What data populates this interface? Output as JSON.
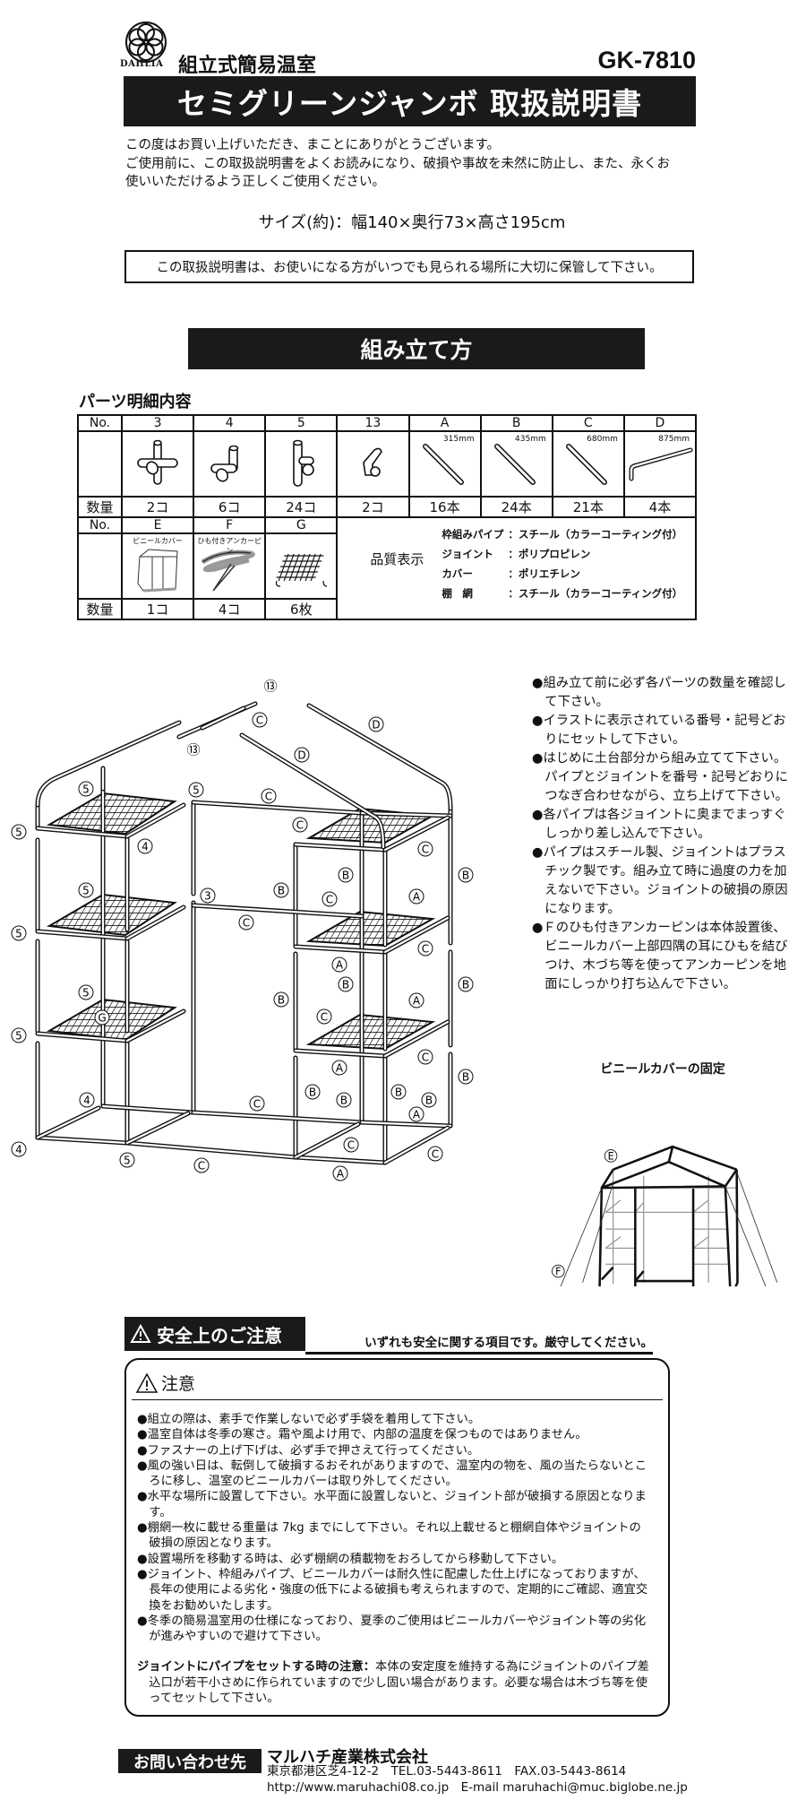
{
  "brand": {
    "logo_text": "DAHLIA",
    "category": "組立式簡易温室",
    "model": "GK-7810"
  },
  "title": "セミグリーンジャンボ 取扱説明書",
  "intro": "この度はお買い上げいただき、まことにありがとうございます。\nご使用前に、この取扱説明書をよくお読みになり、破損や事故を未然に防止し、また、永くお\n使いいただけるよう正しくご使用ください。",
  "size": "サイズ(約)：幅140×奥行73×高さ195cm",
  "keep_note": "この取扱説明書は、お使いになる方がいつでも見られる場所に大切に保管して下さい。",
  "assembly_header": "組み立て方",
  "parts": {
    "heading": "パーツ明細内容",
    "no_label": "No.",
    "qty_label": "数量",
    "row1": [
      {
        "no": "3",
        "qty": "2コ",
        "icon": "cross-joint"
      },
      {
        "no": "4",
        "qty": "6コ",
        "icon": "corner-joint"
      },
      {
        "no": "5",
        "qty": "24コ",
        "icon": "t-joint"
      },
      {
        "no": "13",
        "qty": "2コ",
        "icon": "ridge-joint"
      },
      {
        "no": "A",
        "qty": "16本",
        "size": "315mm",
        "icon": "pipe"
      },
      {
        "no": "B",
        "qty": "24本",
        "size": "435mm",
        "icon": "pipe"
      },
      {
        "no": "C",
        "qty": "21本",
        "size": "680mm",
        "icon": "pipe"
      },
      {
        "no": "D",
        "qty": "4本",
        "size": "875mm",
        "icon": "bent-pipe"
      }
    ],
    "row2": [
      {
        "no": "E",
        "qty": "1コ",
        "caption": "ビニールカバー",
        "icon": "vinyl-cover"
      },
      {
        "no": "F",
        "qty": "4コ",
        "caption": "ひも付きアンカーピン",
        "icon": "anchor-pin"
      },
      {
        "no": "G",
        "qty": "6枚",
        "icon": "shelf-net"
      }
    ],
    "quality": {
      "title": "品質表示",
      "rows": [
        {
          "label": "枠組みパイプ",
          "value": "：スチール（カラーコーティング付）"
        },
        {
          "label": "ジョイント",
          "value": "：ポリプロピレン"
        },
        {
          "label": "カバー",
          "value": "：ポリエチレン"
        },
        {
          "label": "棚　網",
          "value": "：スチール（カラーコーティング付）"
        }
      ]
    }
  },
  "diagram": {
    "labels": [
      "⑬",
      "C",
      "⑬",
      "D",
      "D",
      "5",
      "5",
      "C",
      "5",
      "4",
      "C",
      "C",
      "B",
      "B",
      "B",
      "5",
      "3",
      "C",
      "A",
      "C",
      "5",
      "C",
      "A",
      "B",
      "B",
      "B",
      "A",
      "5",
      "C",
      "G",
      "5",
      "C",
      "A",
      "B",
      "4",
      "B",
      "B",
      "B",
      "B",
      "C",
      "A",
      "C",
      "C",
      "4",
      "5",
      "C",
      "A"
    ]
  },
  "instructions": [
    "●組み立て前に必ず各パーツの数量を確認し\n　て下さい。",
    "●イラストに表示されている番号・記号どお\n　りにセットして下さい。",
    "●はじめに土台部分から組み立てて下さい。\n　パイプとジョイントを番号・記号どおりに\n　つなぎ合わせながら、立ち上げて下さい。",
    "●各パイプは各ジョイントに奥までまっすぐ\n　しっかり差し込んで下さい。",
    "●パイプはスチール製、ジョイントはプラス\n　チック製です。組み立て時に過度の力を加\n　えないで下さい。ジョイントの破損の原因\n　になります。",
    "●Ｆのひも付きアンカーピンは本体設置後、\n　ビニールカバー上部四隅の耳にひもを結び\n　つけ、木づち等を使ってアンカーピンを地\n　面にしっかり打ち込んで下さい。"
  ],
  "vinyl_fix": {
    "title": "ビニールカバーの固定",
    "label_e": "E",
    "label_f": "F"
  },
  "safety": {
    "header": "安全上のご注意",
    "subtitle": "いずれも安全に関する項目です。厳守してください。",
    "caution": "注意",
    "items": [
      "●組立の際は、素手で作業しないで必ず手袋を着用して下さい。",
      "●温室自体は冬季の寒さ。霜や風よけ用で、内部の温度を保つものではありません。",
      "●ファスナーの上げ下げは、必ず手で押さえて行ってください。",
      "●風の強い日は、転倒して破損するおそれがありますので、温室内の物を、風の当たらないとこ\n　ろに移し、温室のビニールカバーは取り外してください。",
      "●水平な場所に設置して下さい。水平面に設置しないと、ジョイント部が破損する原因となりま\n　す。",
      "●棚網一枚に載せる重量は 7kg までにして下さい。それ以上載せると棚網自体やジョイントの\n　破損の原因となります。",
      "●設置場所を移動する時は、必ず棚網の積載物をおろしてから移動して下さい。",
      "●ジョイント、枠組みパイプ、ビニールカバーは耐久性に配慮した仕上げになっておりますが、\n　長年の使用による劣化・強度の低下による破損も考えられますので、定期的にご確認、適宜交\n　換をお勧めいたします。",
      "●冬季の簡易温室用の仕様になっており、夏季のご使用はビニールカバーやジョイント等の劣化\n　が進みやすいので避けて下さい。"
    ],
    "joint_note_title": "ジョイントにパイプをセットする時の注意：",
    "joint_note": "本体の安定度を維持する為にジョイントのパイプ差\n　込口が若干小さめに作られていますので少し固い場合があります。必要な場合は木づち等を使\n　ってセットして下さい。"
  },
  "contact": {
    "header": "お問い合わせ先",
    "company": "マルハチ産業株式会社",
    "address_line": "東京都港区芝4-12-2　TEL.03-5443-8611　FAX.03-5443-8614",
    "web_line": "http://www.maruhachi08.co.jp　E-mail maruhachi@muc.biglobe.ne.jp"
  }
}
